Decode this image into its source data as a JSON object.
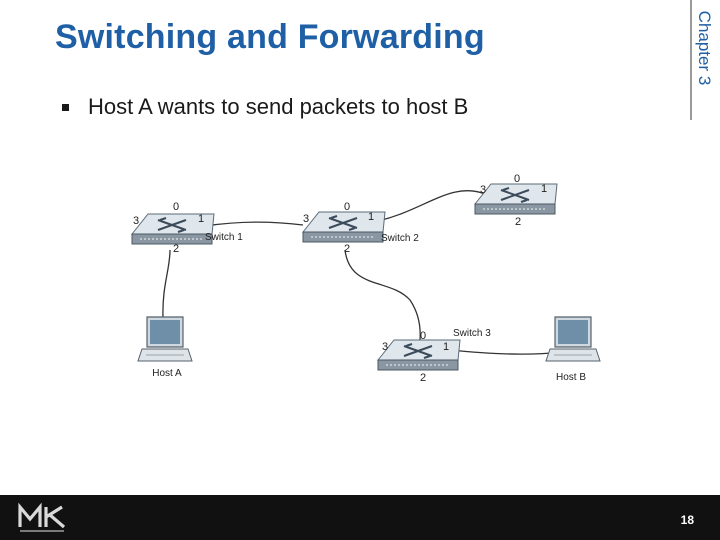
{
  "slide": {
    "title": "Switching and Forwarding",
    "chapter": "Chapter 3",
    "bullet": "Host A wants to send packets to host B",
    "page_number": "18"
  },
  "diagram": {
    "switches": [
      {
        "name": "Switch 1",
        "ports": [
          "0",
          "1",
          "2",
          "3"
        ]
      },
      {
        "name": "Switch 2",
        "ports": [
          "0",
          "1",
          "2",
          "3"
        ]
      },
      {
        "name": "Switch 3",
        "ports": [
          "0",
          "1",
          "2",
          "3"
        ]
      },
      {
        "name": "",
        "ports": [
          "0",
          "1",
          "2",
          "3"
        ]
      }
    ],
    "hosts": [
      "Host A",
      "Host B"
    ]
  },
  "colors": {
    "title": "#1f5fa6",
    "footer": "#111111"
  },
  "icons": [
    "switch-icon",
    "laptop-icon",
    "mk-logo"
  ]
}
